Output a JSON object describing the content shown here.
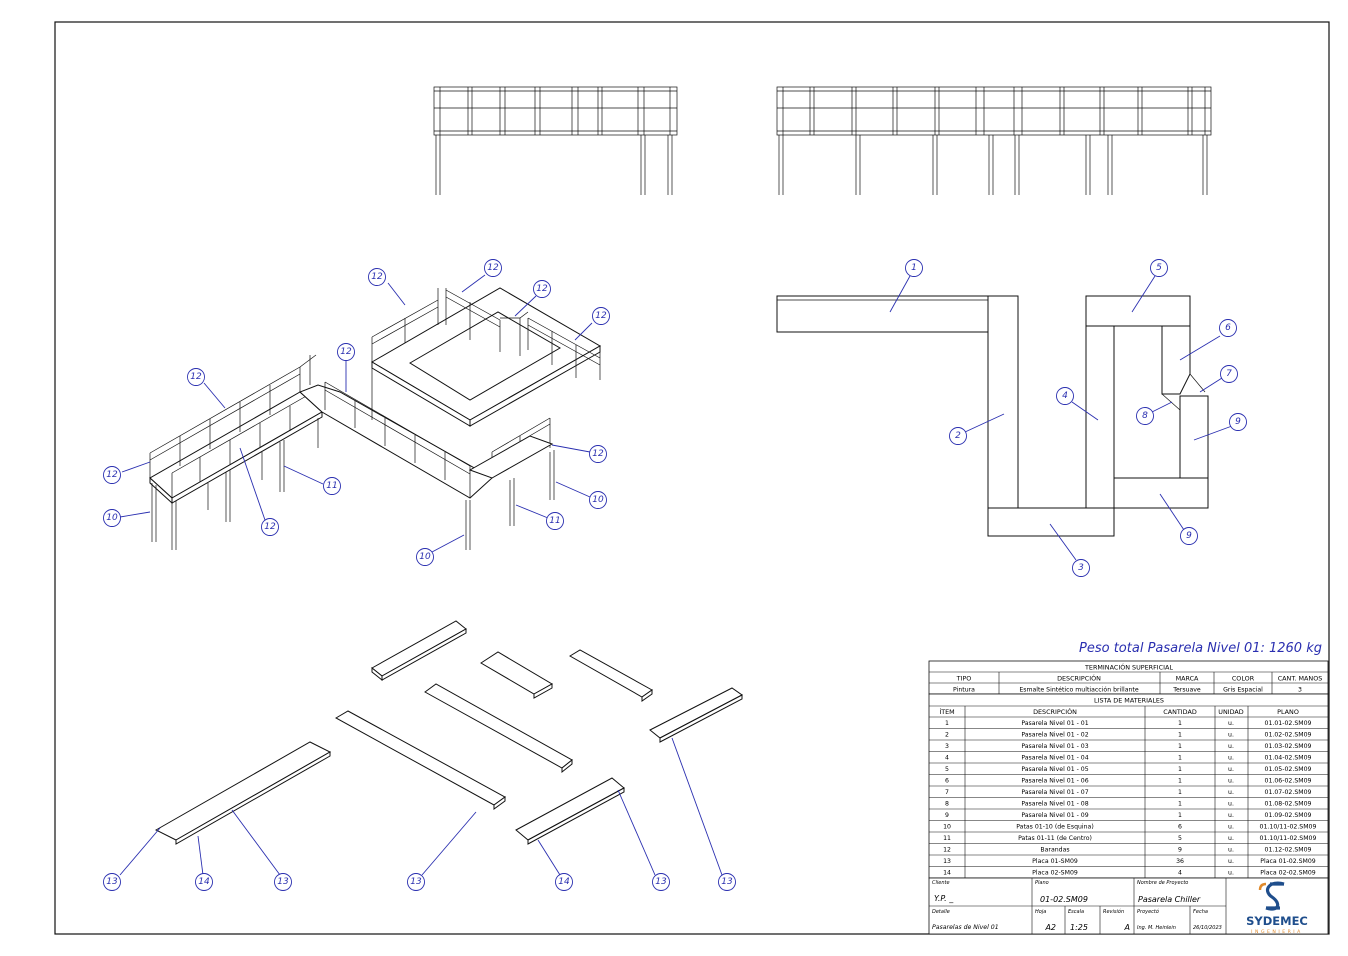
{
  "weight_title": "Peso total Pasarela Nivel 01: 1260 kg",
  "balloons_iso": [
    "12",
    "12",
    "12",
    "12",
    "12",
    "12",
    "12",
    "12",
    "12",
    "11",
    "11",
    "10",
    "10",
    "10"
  ],
  "balloons_plan": [
    "1",
    "2",
    "3",
    "4",
    "5",
    "6",
    "7",
    "8",
    "9",
    "9"
  ],
  "balloons_parts": [
    "13",
    "14",
    "13",
    "13",
    "14",
    "13",
    "13"
  ],
  "surface_finish": {
    "title": "TERMINACIÓN SUPERFICIAL",
    "headers": [
      "TIPO",
      "DESCRIPCIÓN",
      "MARCA",
      "COLOR",
      "CANT. MANOS"
    ],
    "row": [
      "Pintura",
      "Esmalte Sintético multiacción brillante",
      "Tersuave",
      "Gris Espacial",
      "3"
    ]
  },
  "bom": {
    "title": "LISTA DE MATERIALES",
    "headers": [
      "ÍTEM",
      "DESCRIPCIÓN",
      "CANTIDAD",
      "UNIDAD",
      "PLANO"
    ],
    "rows": [
      [
        "1",
        "Pasarela Nivel 01 - 01",
        "1",
        "u.",
        "01.01-02.SM09"
      ],
      [
        "2",
        "Pasarela Nivel 01 - 02",
        "1",
        "u.",
        "01.02-02.SM09"
      ],
      [
        "3",
        "Pasarela Nivel 01 - 03",
        "1",
        "u.",
        "01.03-02.SM09"
      ],
      [
        "4",
        "Pasarela Nivel 01 - 04",
        "1",
        "u.",
        "01.04-02.SM09"
      ],
      [
        "5",
        "Pasarela Nivel 01 - 05",
        "1",
        "u.",
        "01.05-02.SM09"
      ],
      [
        "6",
        "Pasarela Nivel 01 - 06",
        "1",
        "u.",
        "01.06-02.SM09"
      ],
      [
        "7",
        "Pasarela Nivel 01 - 07",
        "1",
        "u.",
        "01.07-02.SM09"
      ],
      [
        "8",
        "Pasarela Nivel 01 - 08",
        "1",
        "u.",
        "01.08-02.SM09"
      ],
      [
        "9",
        "Pasarela Nivel 01 - 09",
        "1",
        "u.",
        "01.09-02.SM09"
      ],
      [
        "10",
        "Patas 01-10 (de Esquina)",
        "6",
        "u.",
        "01.10/11-02.SM09"
      ],
      [
        "11",
        "Patas 01-11 (de Centro)",
        "5",
        "u.",
        "01.10/11-02.SM09"
      ],
      [
        "12",
        "Barandas",
        "9",
        "u.",
        "01.12-02.SM09"
      ],
      [
        "13",
        "Placa 01-SM09",
        "36",
        "u.",
        "Placa 01-02.SM09"
      ],
      [
        "14",
        "Placa 02-SM09",
        "4",
        "u.",
        "Placa 02-02.SM09"
      ]
    ]
  },
  "title_block": {
    "cliente_label": "Cliente",
    "cliente_value": "Y.P. _",
    "plano_label": "Plano",
    "plano_value": "01-02.SM09",
    "proyecto_nombre_label": "Nombre de Proyecto",
    "proyecto_nombre_value": "Pasarela Chiller",
    "detalle_label": "Detalle",
    "detalle_value": "Pasarelas de Nivel 01",
    "hoja_label": "Hoja",
    "hoja_value": "A2",
    "escala_label": "Escala",
    "escala_value": "1:25",
    "revision_label": "Revisión",
    "revision_value": "A",
    "proyecto_label": "Proyectó",
    "proyecto_value": "Ing. M. Heinlein",
    "fecha_label": "Fecha",
    "fecha_value": "26/10/2023"
  },
  "logo": {
    "name": "SYDEMEC",
    "sub": "INGENIERIA",
    "color": "#1f4e8c",
    "accent": "#e08a2c"
  }
}
